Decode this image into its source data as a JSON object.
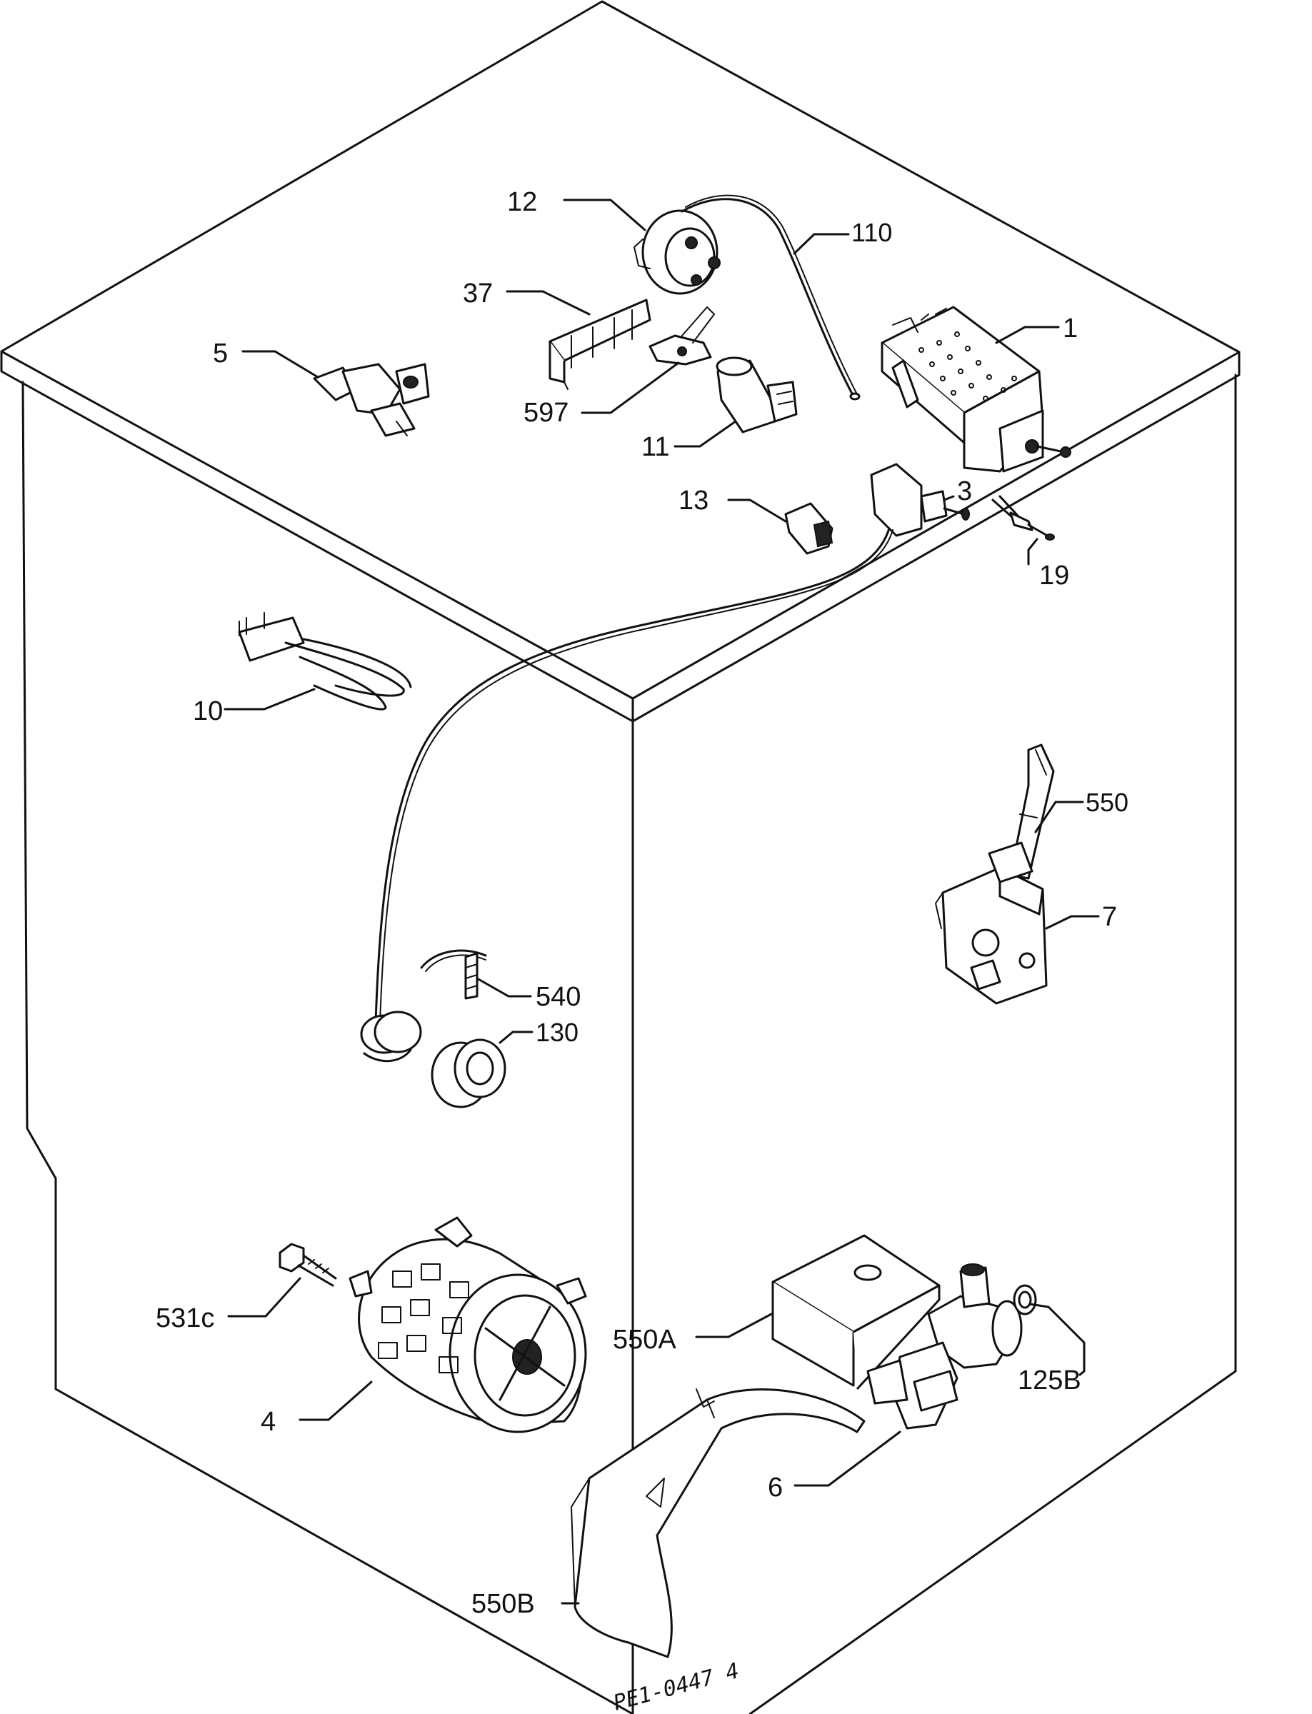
{
  "diagram": {
    "callouts": {
      "c12": "12",
      "c110": "110",
      "c37": "37",
      "c5": "5",
      "c1": "1",
      "c597": "597",
      "c11": "11",
      "c13": "13",
      "c3": "3",
      "c19": "19",
      "c10": "10",
      "c550": "550",
      "c7": "7",
      "c540": "540",
      "c130": "130",
      "c531c": "531c",
      "c550a": "550A",
      "c125b": "125B",
      "c4": "4",
      "c6": "6",
      "c550b": "550B"
    },
    "reference_code": "PE1-0447 4"
  }
}
